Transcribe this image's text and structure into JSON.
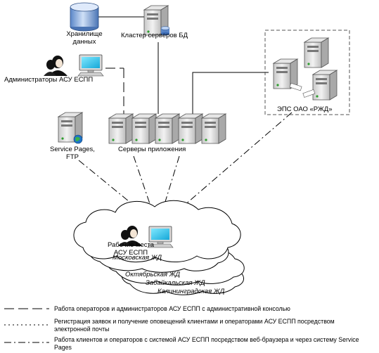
{
  "nodes": {
    "storage": "Хранилище\nданных",
    "db_cluster": "Кластер серверов БД",
    "admins": "Администраторы АСУ ЕСПП",
    "eps": "ЭПС ОАО «РЖД»",
    "service_pages": "Service Pages,\nFTP",
    "app_servers": "Серверы приложения",
    "workplaces": "Рабочие места\nАСУ ЕСПП"
  },
  "railways": [
    "Московская ЖД",
    "Октябрьская ЖД",
    "Забайкальская ЖД",
    "Калининградская ЖД"
  ],
  "legend": [
    "Работа операторов и администраторов АСУ ЕСПП с административной консолью",
    "Регистрация заявок и получение оповещений клиентами и операторами АСУ ЕСПП посредством электронной почты",
    "Работа клиентов и операторов с системой АСУ ЕСПП посредством веб-браузера и через систему Service Pages"
  ]
}
